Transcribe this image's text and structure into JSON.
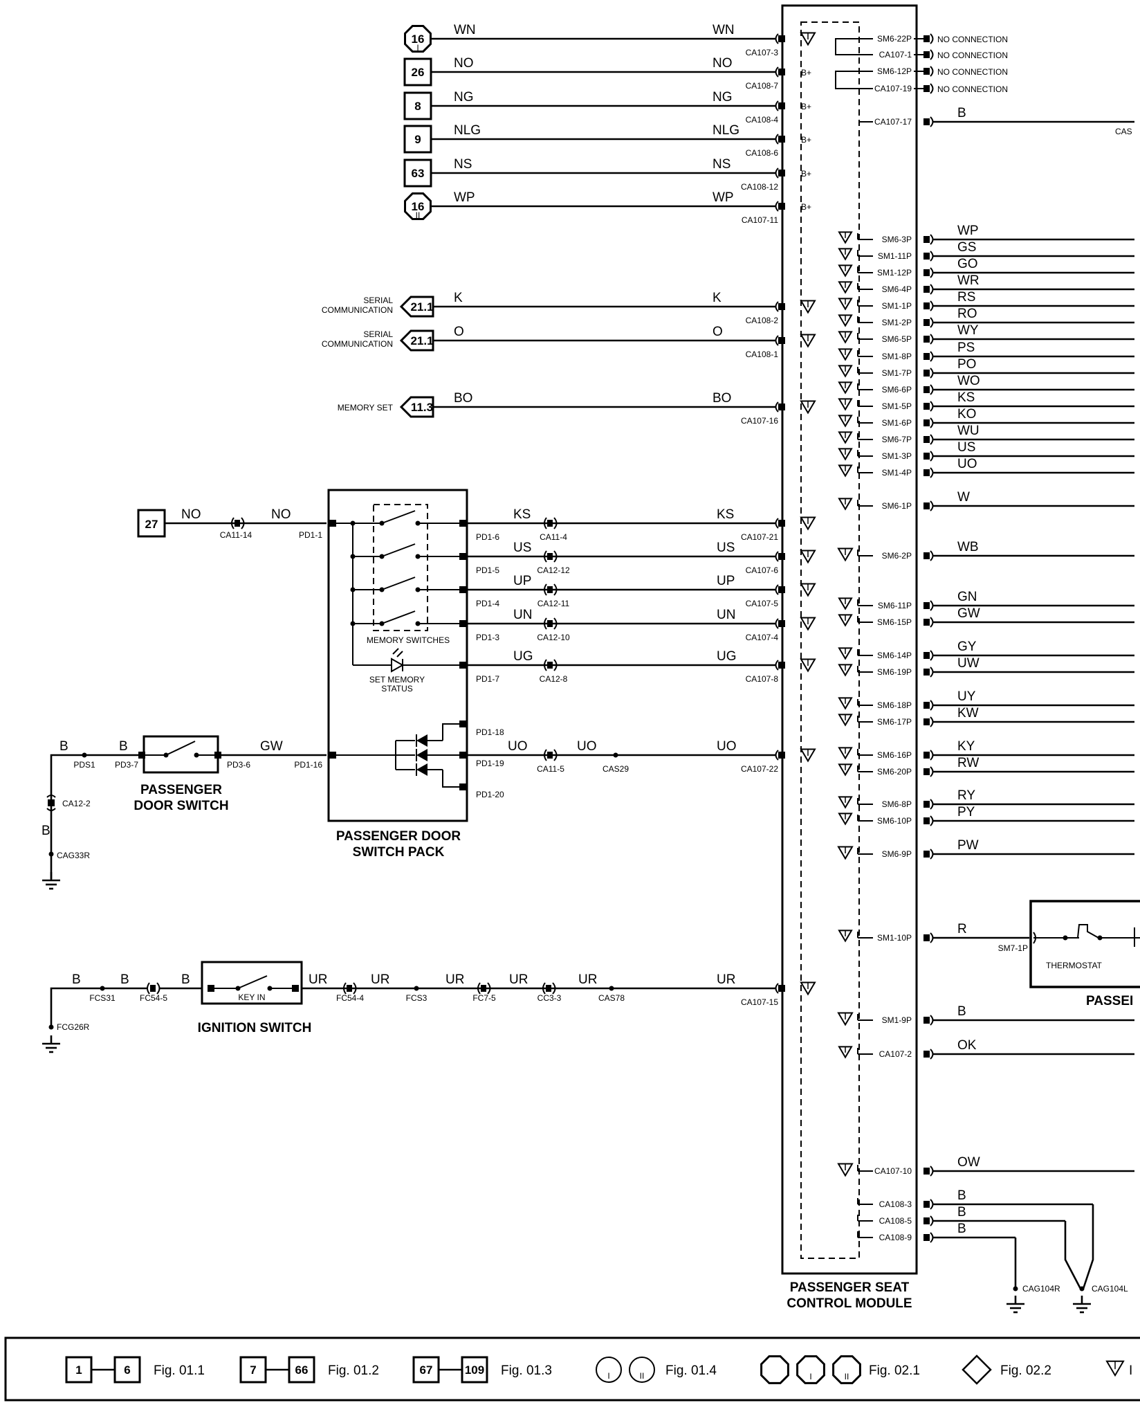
{
  "module_label": [
    "PASSENGER SEAT",
    "CONTROL MODULE"
  ],
  "switch_pack_label": [
    "PASSENGER DOOR",
    "SWITCH PACK"
  ],
  "door_switch_label": [
    "PASSENGER",
    "DOOR SWITCH"
  ],
  "ignition_switch_label": "IGNITION SWITCH",
  "key_in_label": "KEY IN",
  "memory_switches_label": "MEMORY SWITCHES",
  "set_memory_status_label": [
    "SET MEMORY",
    "STATUS"
  ],
  "thermostat_label": "THERMOSTAT",
  "partial_label": "PASSEI",
  "supply_inputs": [
    {
      "ref": "16",
      "sub": "I",
      "shape": "octagon",
      "wire": "WN",
      "conn": "CA107-3",
      "pin": "▽"
    },
    {
      "ref": "26",
      "shape": "square",
      "wire": "NO",
      "conn": "CA108-7",
      "pin": "B+"
    },
    {
      "ref": "8",
      "shape": "square",
      "wire": "NG",
      "conn": "CA108-4",
      "pin": "B+"
    },
    {
      "ref": "9",
      "shape": "square",
      "wire": "NLG",
      "conn": "CA108-6",
      "pin": "B+"
    },
    {
      "ref": "63",
      "shape": "square",
      "wire": "NS",
      "conn": "CA108-12",
      "pin": "B+"
    },
    {
      "ref": "16",
      "sub": "II",
      "shape": "octagon",
      "wire": "WP",
      "conn": "CA107-11",
      "pin": "B+"
    }
  ],
  "serial_inputs": [
    {
      "label": [
        "SERIAL",
        "COMMUNICATION"
      ],
      "ref": "21.1",
      "wire": "K",
      "conn": "CA108-2"
    },
    {
      "label": [
        "SERIAL",
        "COMMUNICATION"
      ],
      "ref": "21.1",
      "wire": "O",
      "conn": "CA108-1"
    },
    {
      "label": [
        "MEMORY SET"
      ],
      "ref": "11.3",
      "wire": "BO",
      "conn": "CA107-16"
    }
  ],
  "no_connection": [
    {
      "conn": "SM6-22P",
      "text": "NO CONNECTION"
    },
    {
      "conn": "CA107-1",
      "text": "NO CONNECTION"
    },
    {
      "conn": "SM6-12P",
      "text": "NO CONNECTION"
    },
    {
      "conn": "CA107-19",
      "text": "NO CONNECTION"
    }
  ],
  "top_right_output": {
    "conn": "CA107-17",
    "wire": "B",
    "far": "CAS"
  },
  "right_outputs": [
    {
      "conn": "SM6-3P",
      "wire": "WP"
    },
    {
      "conn": "SM1-11P",
      "wire": "GS"
    },
    {
      "conn": "SM1-12P",
      "wire": "GO"
    },
    {
      "conn": "SM6-4P",
      "wire": "WR"
    },
    {
      "conn": "SM1-1P",
      "wire": "RS"
    },
    {
      "conn": "SM1-2P",
      "wire": "RO"
    },
    {
      "conn": "SM6-5P",
      "wire": "WY"
    },
    {
      "conn": "SM1-8P",
      "wire": "PS"
    },
    {
      "conn": "SM1-7P",
      "wire": "PO"
    },
    {
      "conn": "SM6-6P",
      "wire": "WO"
    },
    {
      "conn": "SM1-5P",
      "wire": "KS"
    },
    {
      "conn": "SM1-6P",
      "wire": "KO"
    },
    {
      "conn": "SM6-7P",
      "wire": "WU"
    },
    {
      "conn": "SM1-3P",
      "wire": "US"
    },
    {
      "conn": "SM1-4P",
      "wire": "UO"
    },
    {
      "conn": "SM6-1P",
      "wire": "W"
    },
    {
      "conn": "SM6-2P",
      "wire": "WB"
    },
    {
      "conn": "SM6-11P",
      "wire": "GN"
    },
    {
      "conn": "SM6-15P",
      "wire": "GW"
    },
    {
      "conn": "SM6-14P",
      "wire": "GY"
    },
    {
      "conn": "SM6-19P",
      "wire": "UW"
    },
    {
      "conn": "SM6-18P",
      "wire": "UY"
    },
    {
      "conn": "SM6-17P",
      "wire": "KW"
    },
    {
      "conn": "SM6-16P",
      "wire": "KY"
    },
    {
      "conn": "SM6-20P",
      "wire": "RW"
    },
    {
      "conn": "SM6-8P",
      "wire": "RY"
    },
    {
      "conn": "SM6-10P",
      "wire": "PY"
    },
    {
      "conn": "SM6-9P",
      "wire": "PW"
    },
    {
      "conn": "SM1-10P",
      "wire": "R"
    },
    {
      "conn": "SM1-9P",
      "wire": "B"
    },
    {
      "conn": "CA107-2",
      "wire": "OK"
    },
    {
      "conn": "CA107-10",
      "wire": "OW"
    },
    {
      "conn": "CA108-3",
      "wire": "B"
    },
    {
      "conn": "CA108-5",
      "wire": "B"
    },
    {
      "conn": "CA108-9",
      "wire": "B"
    }
  ],
  "sm7_conn": "SM7-1P",
  "grounds_right": [
    "CAG104R",
    "CAG104L"
  ],
  "feed_27": {
    "ref": "27",
    "wire_a": "NO",
    "conn_a": "CA11-14",
    "wire_b": "NO",
    "conn_b": "PD1-1"
  },
  "switch_rows": [
    {
      "pd": "PD1-6",
      "mid": "CA11-4",
      "wire": "KS",
      "conn": "CA107-21"
    },
    {
      "pd": "PD1-5",
      "mid": "CA12-12",
      "wire": "US",
      "conn": "CA107-6"
    },
    {
      "pd": "PD1-4",
      "mid": "CA12-11",
      "wire": "UP",
      "conn": "CA107-5"
    },
    {
      "pd": "PD1-3",
      "mid": "CA12-10",
      "wire": "UN",
      "conn": "CA107-4"
    },
    {
      "pd": "PD1-7",
      "mid": "CA12-8",
      "wire": "UG",
      "conn": "CA107-8"
    }
  ],
  "uo_row": {
    "pd": [
      "PD1-18",
      "PD1-19",
      "PD1-20"
    ],
    "mid": "CA11-5",
    "splice": "CAS29",
    "wire": "UO",
    "conn": "CA107-22"
  },
  "door_circuit": {
    "w1": "B",
    "c1": "PDS1",
    "w2": "B",
    "c2": "PD3-7",
    "c3": "PD3-6",
    "w3": "GW",
    "c4": "PD1-16",
    "gconn": "CA12-2",
    "gwire": "B",
    "ground": "CAG33R"
  },
  "ign_circuit": {
    "w1": "B",
    "c1": "FCS31",
    "w2": "B",
    "c2": "FC54-5",
    "w3": "B",
    "w4": "UR",
    "c3": "FC54-4",
    "w5": "UR",
    "c4": "FCS3",
    "w6": "UR",
    "c5": "FC7-5",
    "w7": "UR",
    "c6": "CC3-3",
    "w8": "UR",
    "c7": "CAS78",
    "w9": "UR",
    "conn": "CA107-15",
    "ground": "FCG26R"
  },
  "legend": [
    {
      "from": "1",
      "to": "6",
      "fig": "Fig. 01.1"
    },
    {
      "from": "7",
      "to": "66",
      "fig": "Fig. 01.2"
    },
    {
      "from": "67",
      "to": "109",
      "fig": "Fig. 01.3"
    },
    {
      "subs": [
        "I",
        "II"
      ],
      "fig": "Fig. 01.4"
    },
    {
      "subs": [
        "",
        "I",
        "II"
      ],
      "fig": "Fig. 02.1"
    },
    {
      "fig": "Fig. 02.2"
    },
    {
      "fig": "I"
    }
  ]
}
